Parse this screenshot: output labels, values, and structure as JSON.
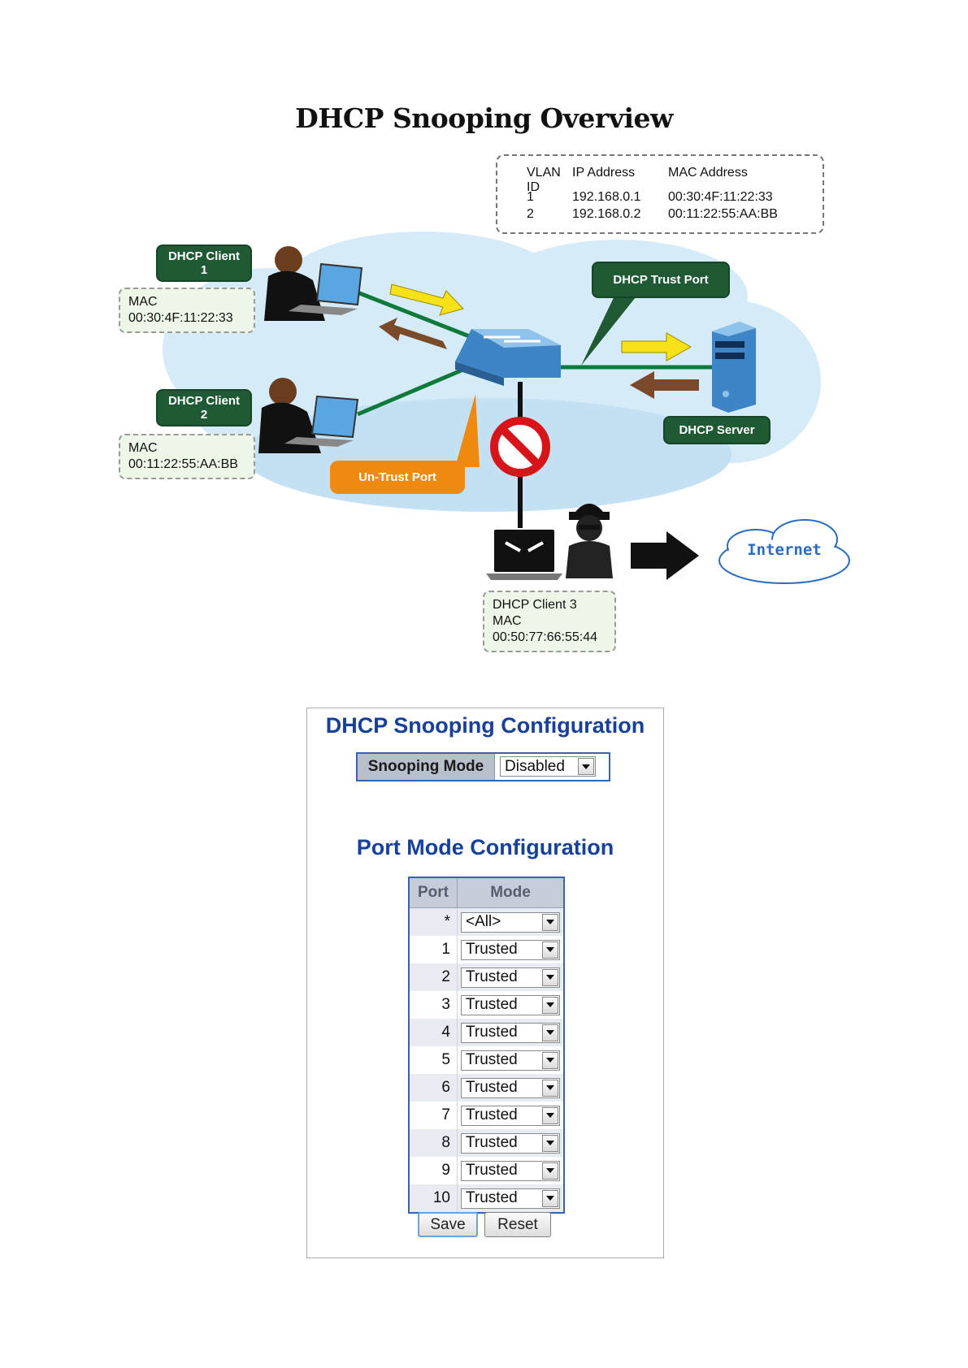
{
  "overview": {
    "title": "DHCP Snooping Overview",
    "binding_table": {
      "headers": [
        "VLAN ID",
        "IP Address",
        "MAC Address"
      ],
      "rows": [
        [
          "1",
          "192.168.0.1",
          "00:30:4F:11:22:33"
        ],
        [
          "2",
          "192.168.0.2",
          "00:11:22:55:AA:BB"
        ]
      ]
    },
    "client1": {
      "label_line1": "DHCP Client",
      "label_line2": "1",
      "mac_label": "MAC",
      "mac": "00:30:4F:11:22:33"
    },
    "client2": {
      "label_line1": "DHCP Client",
      "label_line2": "2",
      "mac_label": "MAC",
      "mac": "00:11:22:55:AA:BB"
    },
    "client3": {
      "label": "DHCP Client 3",
      "mac_label": "MAC",
      "mac": "00:50:77:66:55:44"
    },
    "trust_port_label": "DHCP Trust Port",
    "untrust_port_label": "Un-Trust Port",
    "server_label": "DHCP Server",
    "internet_label": "Internet",
    "colors": {
      "trust_green": "#1f5a35",
      "untrust_orange": "#ee8a10",
      "cloud_blue": "#cfe6f7",
      "arrow_yellow": "#f7e21a"
    }
  },
  "config": {
    "title": "DHCP Snooping Configuration",
    "snooping_mode": {
      "label": "Snooping Mode",
      "value": "Disabled"
    },
    "port_section_title": "Port Mode Configuration",
    "table_headers": {
      "port": "Port",
      "mode": "Mode"
    },
    "rows": [
      {
        "port": "*",
        "mode": "<All>"
      },
      {
        "port": "1",
        "mode": "Trusted"
      },
      {
        "port": "2",
        "mode": "Trusted"
      },
      {
        "port": "3",
        "mode": "Trusted"
      },
      {
        "port": "4",
        "mode": "Trusted"
      },
      {
        "port": "5",
        "mode": "Trusted"
      },
      {
        "port": "6",
        "mode": "Trusted"
      },
      {
        "port": "7",
        "mode": "Trusted"
      },
      {
        "port": "8",
        "mode": "Trusted"
      },
      {
        "port": "9",
        "mode": "Trusted"
      },
      {
        "port": "10",
        "mode": "Trusted"
      }
    ],
    "save_label": "Save",
    "reset_label": "Reset",
    "colors": {
      "heading_blue": "#17409b",
      "table_border": "#3a63b0"
    }
  }
}
